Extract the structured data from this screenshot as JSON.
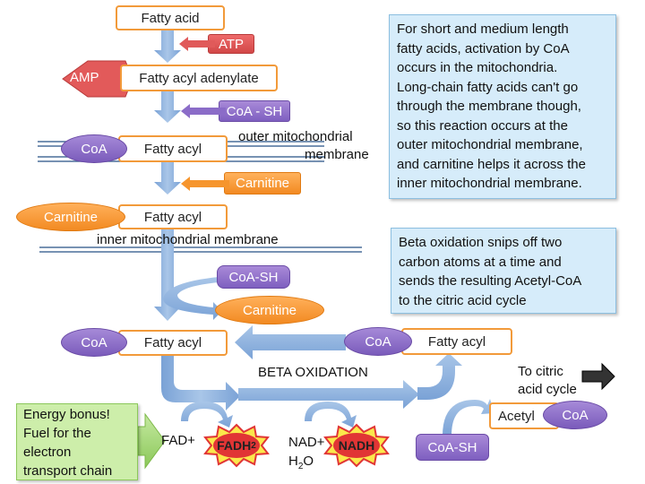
{
  "molecules": {
    "fatty_acid": "Fatty acid",
    "fatty_acyl_adenylate": "Fatty acyl adenylate",
    "fatty_acyl_1": "Fatty acyl",
    "fatty_acyl_2": "Fatty acyl",
    "fatty_acyl_3": "Fatty acyl",
    "fatty_acyl_4": "Fatty acyl",
    "acetyl": "Acetyl"
  },
  "cofactors": {
    "atp": "ATP",
    "amp": "AMP",
    "coa_sh_1": "CoA - SH",
    "coa_1": "CoA",
    "carnitine_in": "Carnitine",
    "carnitine_bound": "Carnitine",
    "coa_sh_2": "CoA-SH",
    "carnitine_out": "Carnitine",
    "coa_2": "CoA",
    "coa_3": "CoA",
    "coa_4": "CoA",
    "coa_sh_3": "CoA-SH"
  },
  "membranes": {
    "outer_line1": "outer mitochondrial",
    "outer_line2": "membrane",
    "inner": "inner mitochondrial membrane"
  },
  "process": {
    "beta_oxidation": "BETA OXIDATION",
    "to_citric_line1": "To citric",
    "to_citric_line2": "acid cycle",
    "fad": "FAD+",
    "fadh2": "FADH",
    "fadh2_sub": "2",
    "nad": "NAD+",
    "h2o": "H",
    "h2o_sub": "2",
    "h2o_end": "O",
    "nadh": "NADH"
  },
  "notes": {
    "activation": [
      "For short and medium length",
      "fatty acids, activation by CoA",
      "occurs in the mitochondria.",
      "Long-chain fatty acids can't go",
      "through the membrane though,",
      "so this reaction occurs at the",
      "outer mitochondrial membrane,",
      "and carnitine helps it across the",
      "inner mitochondrial membrane."
    ],
    "beta": [
      "Beta oxidation snips off two",
      "carbon atoms at a time and",
      "sends the resulting Acetyl-CoA",
      "to the citric acid cycle"
    ],
    "energy": [
      "Energy bonus!",
      "Fuel for the",
      "electron",
      "transport chain"
    ]
  },
  "colors": {
    "arrow_blue": "#8fb4df",
    "box_border": "#f29a3a",
    "coa_purple": "#8b6cc8",
    "carnitine_orange": "#f6952d",
    "atp_red": "#e05a5a",
    "note_blue": "#d6ecfa",
    "green_arrow": "#a8d878",
    "star_yellow": "#fbe84b",
    "star_red": "#e13535"
  }
}
